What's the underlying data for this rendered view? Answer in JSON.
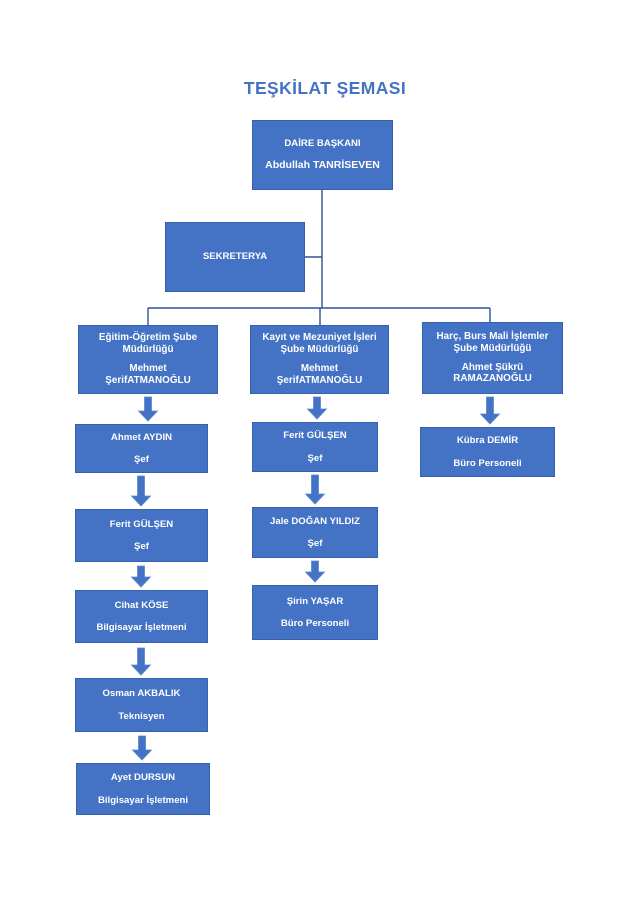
{
  "page": {
    "title": "TEŞKİLAT ŞEMASI"
  },
  "colors": {
    "box_fill": "#4472C4",
    "box_border": "#3760AE",
    "connector": "#2F5496",
    "title_text": "#4472C4",
    "box_text": "#FFFFFF",
    "background": "#FFFFFF"
  },
  "nodes": {
    "daire_baskani": {
      "title": "DAİRE BAŞKANI",
      "name": "Abdullah TANRİSEVEN"
    },
    "sekreterya": {
      "title": "SEKRETERYA"
    },
    "egitim_header": {
      "unit_line1": "Eğitim-Öğretim Şube",
      "unit_line2": "Müdürlüğü",
      "name_line1": "Mehmet",
      "name_line2": "ŞerifATMANOĞLU"
    },
    "kayit_header": {
      "unit_line1": "Kayıt ve Mezuniyet İşleri",
      "unit_line2": "Şube Müdürlüğü",
      "name_line1": "Mehmet",
      "name_line2": "ŞerifATMANOĞLU"
    },
    "harc_header": {
      "unit_line1": "Harç, Burs  Mali İşlemler",
      "unit_line2": "Şube Müdürlüğü",
      "name_line1": "Ahmet Şükrü",
      "name_line2": "RAMAZANOĞLU"
    },
    "ahmet_aydin": {
      "name": "Ahmet AYDIN",
      "role": "Şef"
    },
    "ferit_gulsen_col1": {
      "name": "Ferit GÜLŞEN",
      "role": "Şef"
    },
    "cihat_kose": {
      "name": "Cihat KÖSE",
      "role": "Bilgisayar İşletmeni"
    },
    "osman_akbalik": {
      "name": "Osman AKBALIK",
      "role": "Teknisyen"
    },
    "ayet_dursun": {
      "name": "Ayet DURSUN",
      "role": "Bilgisayar İşletmeni"
    },
    "ferit_gulsen_col2": {
      "name": "Ferit GÜLŞEN",
      "role": "Şef"
    },
    "jale_dogan_yildiz": {
      "name": "Jale DOĞAN YILDIZ",
      "role": "Şef"
    },
    "sirin_yasar": {
      "name": "Şirin YAŞAR",
      "role": "Büro Personeli"
    },
    "kubra_demir": {
      "name": "Kübra DEMİR",
      "role": "Büro Personeli"
    }
  }
}
